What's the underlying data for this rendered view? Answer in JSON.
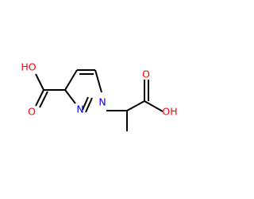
{
  "molecule": {
    "atom_labels": {
      "acid_left_oh": "HO",
      "acid_left_o": "O",
      "ring_n2": "N",
      "ring_n1": "N",
      "acid_right_o": "O",
      "acid_right_oh": "OH"
    },
    "colors": {
      "bond": "#000000",
      "oxygen": "#ff0000",
      "nitrogen": "#0000ff",
      "background": "#ffffff"
    }
  }
}
